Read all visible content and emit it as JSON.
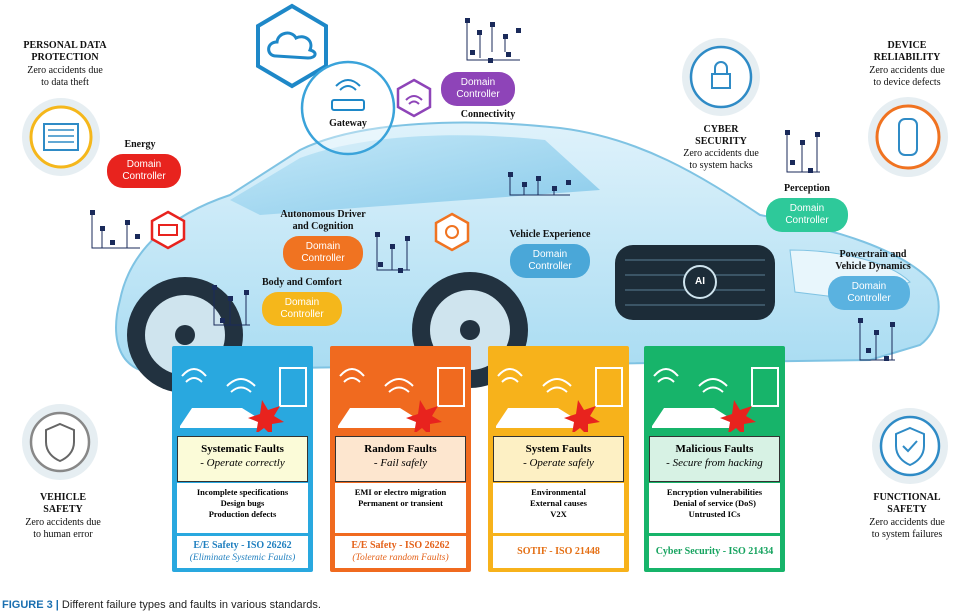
{
  "corners": {
    "personal_data": {
      "title": "PERSONAL DATA\nPROTECTION",
      "sub": "Zero accidents due\nto data theft",
      "icon": "chip-icon"
    },
    "device_reliability": {
      "title": "DEVICE\nRELIABILITY",
      "sub": "Zero accidents due\nto device defects",
      "icon": "car-top-icon"
    },
    "vehicle_safety": {
      "title": "VEHICLE\nSAFETY",
      "sub": "Zero accidents due\nto human error",
      "icon": "driver-shield-icon"
    },
    "functional_safety": {
      "title": "FUNCTIONAL\nSAFETY",
      "sub": "Zero accidents due\nto system failures",
      "icon": "check-shield-icon"
    },
    "cyber_security": {
      "title": "CYBER\nSECURITY",
      "sub": "Zero accidents due\nto system hacks",
      "icon": "lock-circuit-icon"
    }
  },
  "top": {
    "gateway": "Gateway",
    "connectivity": "Connectivity"
  },
  "controllers": [
    {
      "key": "connectivity",
      "label": "",
      "text": "Domain\nController",
      "color": "#8e44b8"
    },
    {
      "key": "energy",
      "label": "Energy",
      "text": "Domain\nController",
      "color": "#e8231e"
    },
    {
      "key": "autonomous",
      "label": "Autonomous Driver\nand Cognition",
      "text": "Domain\nController",
      "color": "#f07321"
    },
    {
      "key": "body",
      "label": "Body and Comfort",
      "text": "Domain\nController",
      "color": "#f5b71b"
    },
    {
      "key": "vehicle_exp",
      "label": "Vehicle Experience",
      "text": "Domain\nController",
      "color": "#4aa7d8"
    },
    {
      "key": "perception",
      "label": "Perception",
      "text": "Domain\nController",
      "color": "#2ec99a"
    },
    {
      "key": "powertrain",
      "label": "Powertrain and\nVehicle Dynamics",
      "text": "Domain\nController",
      "color": "#5ab2e0"
    }
  ],
  "ai_chip": "AI",
  "panels": [
    {
      "color": "#29a8df",
      "title": "Systematic Faults",
      "sub": "- Operate correctly",
      "causes": [
        "Incomplete specifications",
        "Design bugs",
        "Production defects"
      ],
      "std": "E/E Safety - ISO 26262",
      "std_note": "(Eliminate Systemic Faults)",
      "std_color": "#1f7fbf"
    },
    {
      "color": "#f06a1f",
      "title": "Random Faults",
      "sub": "- Fail safely",
      "causes": [
        "EMI or electro migration",
        "Permanent or transient"
      ],
      "std": "E/E Safety - ISO 26262",
      "std_note": "(Tolerate random Faults)",
      "std_color": "#e4621a"
    },
    {
      "color": "#f7b21b",
      "title": "System Faults",
      "sub": "- Operate safely",
      "causes": [
        "Environmental",
        "External causes",
        "V2X"
      ],
      "std": "SOTIF - ISO 21448",
      "std_note": "",
      "std_color": "#e46f14"
    },
    {
      "color": "#17b46a",
      "title": "Malicious Faults",
      "sub": "- Secure from hacking",
      "causes": [
        "Encryption vulnerabilities",
        "Denial of service (DoS)",
        "Untrusted ICs"
      ],
      "std": "Cyber Security - ISO 21434",
      "std_note": "",
      "std_color": "#16a35f"
    }
  ],
  "caption": {
    "label": "FIGURE 3 |",
    "text": " Different failure types and faults in various standards."
  }
}
